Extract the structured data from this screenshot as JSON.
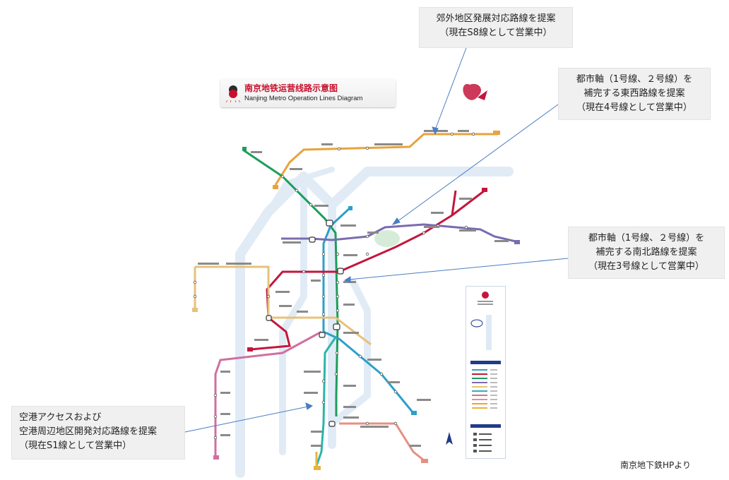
{
  "map": {
    "title_zh": "南京地铁运营线路示意图",
    "title_en": "Nanjing Metro Operation Lines Diagram"
  },
  "callouts": [
    {
      "id": "s8",
      "lines": [
        "郊外地区発展対応路線を提案",
        "（現在S8線として営業中）"
      ]
    },
    {
      "id": "line4",
      "lines": [
        "都市軸（1号線、２号線）を",
        "補完する東西路線を提案",
        "（現在4号線として営業中）"
      ]
    },
    {
      "id": "line3",
      "lines": [
        "都市軸（1号線、２号線）を",
        "補完する南北路線を提案",
        "（現在3号線として営業中）"
      ]
    },
    {
      "id": "s1",
      "lines": [
        "空港アクセスおよび",
        "空港周辺地区開発対応路線を提案",
        "（現在S1線として営業中）"
      ]
    }
  ],
  "credit": "南京地下鉄HPより",
  "colors": {
    "line1": "#2ca0c8",
    "line2": "#c4163c",
    "line3": "#1b9e5a",
    "line4": "#7b6bb0",
    "line10": "#e8c17a",
    "s1": "#2bb5a8",
    "s3": "#d06fa0",
    "s8": "#e8a33c",
    "s9": "#e8b43c",
    "river": "#dfeaf5",
    "arrow": "#4a7dc4"
  }
}
